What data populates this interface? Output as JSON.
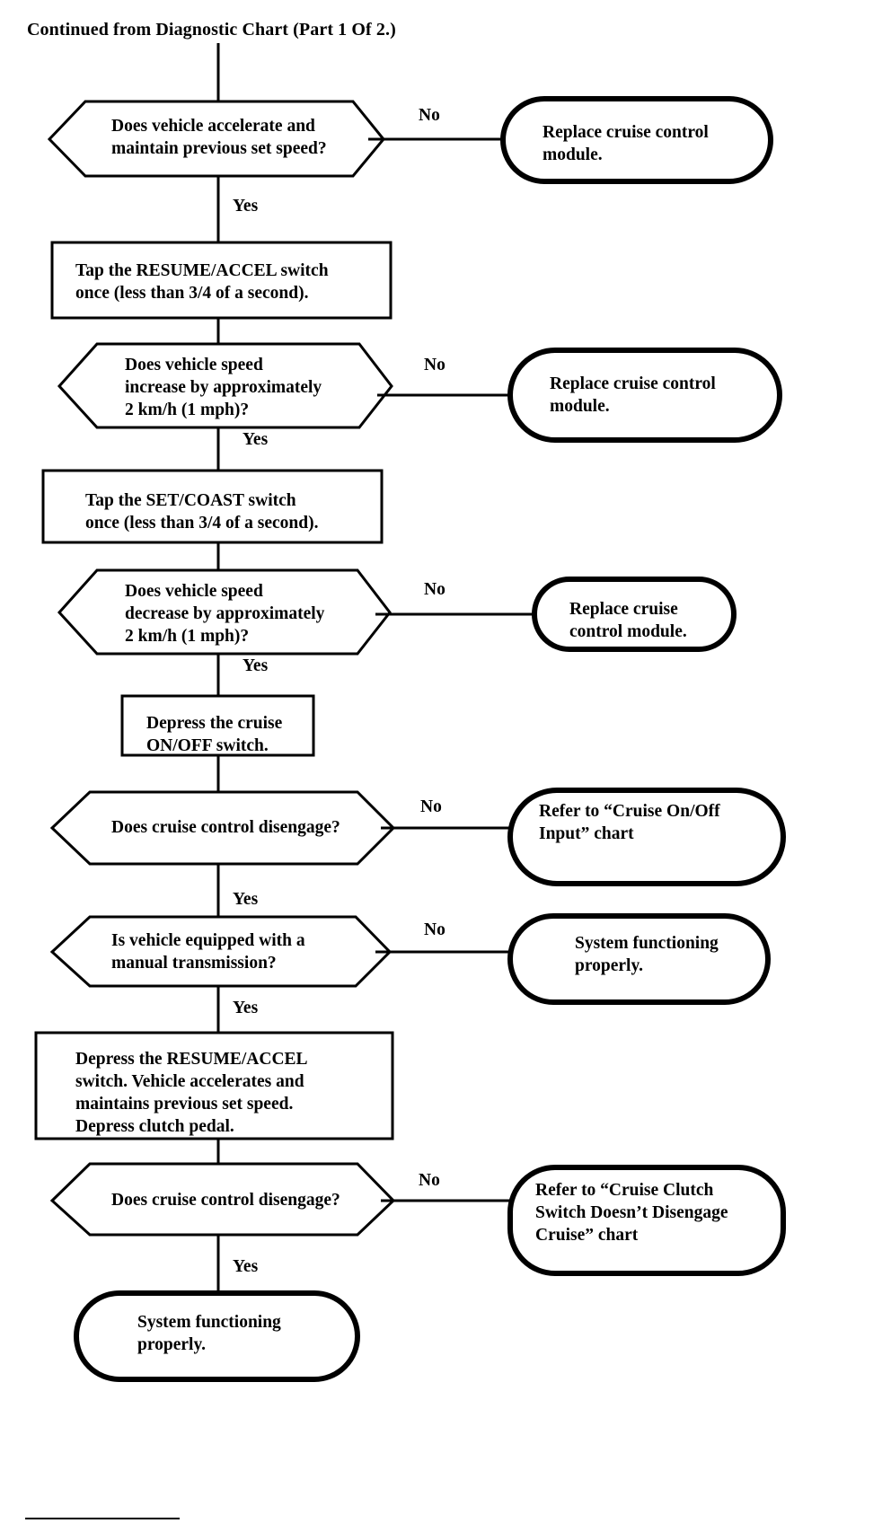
{
  "title": "Continued from Diagnostic Chart (Part 1 Of 2.)",
  "chart_data": {
    "type": "flowchart",
    "title": "Continued from Diagnostic Chart (Part 1 Of 2.)",
    "orientation": "top-to-bottom",
    "shapes": {
      "decision": "hexagon",
      "process": "rectangle",
      "terminator": "rounded-rectangle"
    },
    "colors": {
      "stroke": "#000000",
      "fill": "#ffffff",
      "text": "#000000"
    },
    "nodes": [
      {
        "id": "d1",
        "type": "decision",
        "text": "Does vehicle accelerate and\nmaintain previous set speed?"
      },
      {
        "id": "t1",
        "type": "terminator",
        "text": "Replace cruise control\nmodule."
      },
      {
        "id": "p1",
        "type": "process",
        "text": "Tap the RESUME/ACCEL switch\nonce (less than 3/4 of a second)."
      },
      {
        "id": "d2",
        "type": "decision",
        "text": "Does vehicle speed\nincrease by approximately\n2 km/h (1 mph)?"
      },
      {
        "id": "t2",
        "type": "terminator",
        "text": "Replace cruise control\nmodule."
      },
      {
        "id": "p2",
        "type": "process",
        "text": "Tap the SET/COAST  switch\nonce (less than 3/4 of a second)."
      },
      {
        "id": "d3",
        "type": "decision",
        "text": "Does vehicle speed\ndecrease by approximately\n2 km/h (1 mph)?"
      },
      {
        "id": "t3",
        "type": "terminator",
        "text": "Replace cruise\ncontrol module."
      },
      {
        "id": "p3",
        "type": "process",
        "text": "Depress the cruise\nON/OFF switch."
      },
      {
        "id": "d4",
        "type": "decision",
        "text": "Does cruise control disengage?"
      },
      {
        "id": "t4",
        "type": "terminator",
        "text": "Refer to “Cruise On/Off\nInput” chart"
      },
      {
        "id": "d5",
        "type": "decision",
        "text": "Is vehicle equipped with a\nmanual transmission?"
      },
      {
        "id": "t5",
        "type": "terminator",
        "text": "System functioning\nproperly."
      },
      {
        "id": "p4",
        "type": "process",
        "text": "Depress the RESUME/ACCEL\nswitch. Vehicle accelerates and\nmaintains previous set speed.\nDepress clutch pedal."
      },
      {
        "id": "d6",
        "type": "decision",
        "text": "Does cruise control disengage?"
      },
      {
        "id": "t6",
        "type": "terminator",
        "text": "Refer to “Cruise Clutch\nSwitch Doesn’t Disengage\nCruise” chart"
      },
      {
        "id": "t7",
        "type": "terminator",
        "text": "System functioning\nproperly."
      }
    ],
    "edges": [
      {
        "from": "top",
        "to": "d1",
        "label": ""
      },
      {
        "from": "d1",
        "to": "t1",
        "label": "No"
      },
      {
        "from": "d1",
        "to": "p1",
        "label": "Yes"
      },
      {
        "from": "p1",
        "to": "d2",
        "label": ""
      },
      {
        "from": "d2",
        "to": "t2",
        "label": "No"
      },
      {
        "from": "d2",
        "to": "p2",
        "label": "Yes"
      },
      {
        "from": "p2",
        "to": "d3",
        "label": ""
      },
      {
        "from": "d3",
        "to": "t3",
        "label": "No"
      },
      {
        "from": "d3",
        "to": "p3",
        "label": "Yes"
      },
      {
        "from": "p3",
        "to": "d4",
        "label": ""
      },
      {
        "from": "d4",
        "to": "t4",
        "label": "No"
      },
      {
        "from": "d4",
        "to": "d5",
        "label": "Yes"
      },
      {
        "from": "d5",
        "to": "t5",
        "label": "No"
      },
      {
        "from": "d5",
        "to": "p4",
        "label": "Yes"
      },
      {
        "from": "p4",
        "to": "d6",
        "label": ""
      },
      {
        "from": "d6",
        "to": "t6",
        "label": "No"
      },
      {
        "from": "d6",
        "to": "t7",
        "label": "Yes"
      }
    ]
  },
  "nodes": {
    "d1": "Does vehicle accelerate and\nmaintain previous set speed?",
    "t1": "Replace cruise control\nmodule.",
    "p1": "Tap the RESUME/ACCEL switch\nonce (less than 3/4 of a second).",
    "d2": "Does vehicle speed\nincrease by approximately\n2 km/h (1 mph)?",
    "t2": "Replace cruise control\nmodule.",
    "p2": "Tap the SET/COAST  switch\nonce (less than 3/4 of a second).",
    "d3": "Does vehicle speed\ndecrease by approximately\n2 km/h (1 mph)?",
    "t3": "Replace cruise\ncontrol module.",
    "p3": "Depress the cruise\nON/OFF switch.",
    "d4": "Does cruise control disengage?",
    "t4": "Refer to “Cruise On/Off\nInput” chart",
    "d5": "Is vehicle equipped with a\nmanual transmission?",
    "t5": "System functioning\nproperly.",
    "p4": "Depress the RESUME/ACCEL\nswitch. Vehicle accelerates and\nmaintains previous set speed.\nDepress clutch pedal.",
    "d6": "Does cruise control disengage?",
    "t6": "Refer to “Cruise Clutch\nSwitch Doesn’t Disengage\nCruise” chart",
    "t7": "System functioning\nproperly."
  },
  "labels": {
    "no_1": "No",
    "yes_1": "Yes",
    "no_2": "No",
    "yes_2": "Yes",
    "no_3": "No",
    "yes_3": "Yes",
    "no_4": "No",
    "yes_4": "Yes",
    "no_5": "No",
    "yes_5": "Yes",
    "no_6": "No",
    "yes_6": "Yes"
  }
}
